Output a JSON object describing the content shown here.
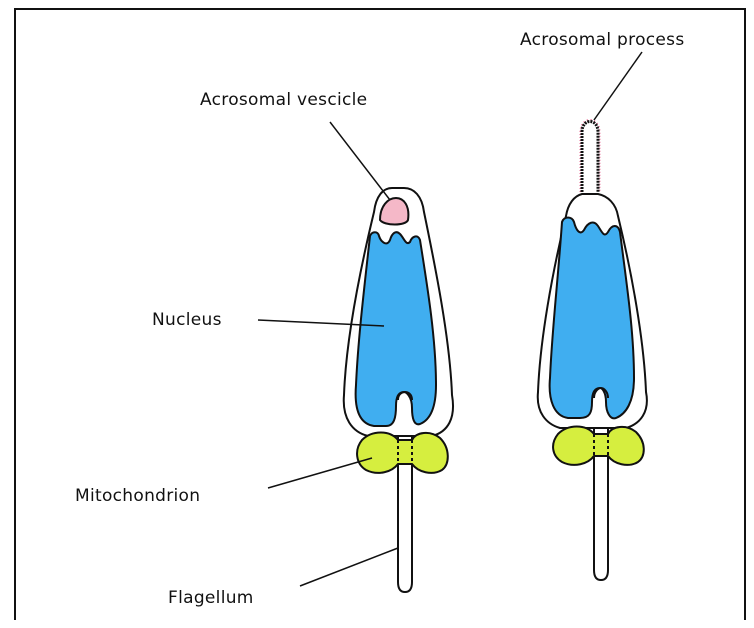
{
  "labels": {
    "acrosomal_vesicle": "Acrosomal vescicle",
    "acrosomal_process": "Acrosomal process",
    "nucleus": "Nucleus",
    "mitochondrion": "Mitochondrion",
    "flagellum": "Flagellum"
  },
  "colors": {
    "nucleus": "#40aef0",
    "mitochondrion": "#d6ee3f",
    "acrosomal_vesicle": "#f5b8c8",
    "acrosomal_process_fringe": "#e0306a",
    "outline": "#111111"
  }
}
